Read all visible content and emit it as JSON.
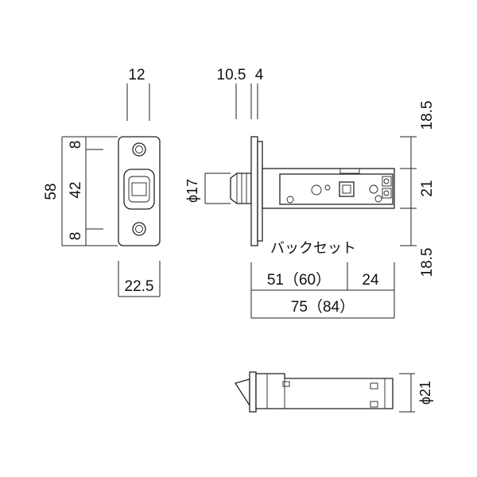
{
  "front_view": {
    "width_top": "12",
    "height_total": "58",
    "seg_top": "8",
    "seg_mid": "42",
    "seg_bottom": "8",
    "width_bottom": "22.5"
  },
  "side_view": {
    "dim_10_5": "10.5",
    "dim_4": "4",
    "latch_diameter": "ϕ17",
    "backset_label": "バックセット",
    "dim_51": "51（60）",
    "dim_24": "24",
    "dim_75": "75（84）",
    "right_top": "18.5",
    "right_mid": "21",
    "right_bottom": "18.5"
  },
  "bottom_view": {
    "diameter": "ϕ21"
  }
}
